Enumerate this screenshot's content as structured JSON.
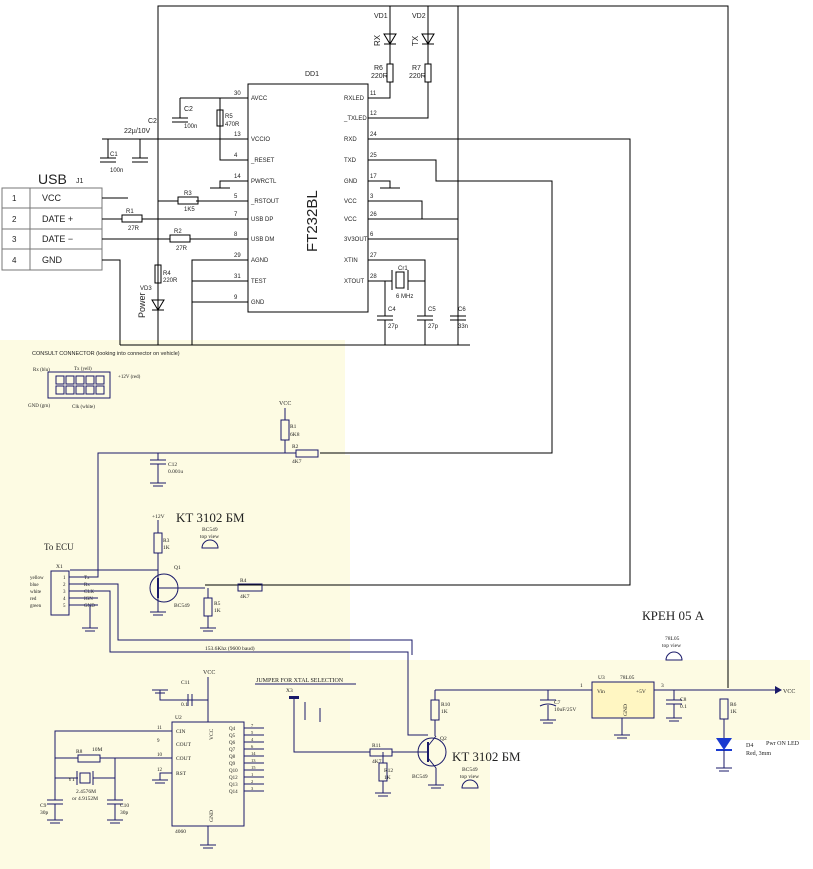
{
  "top": {
    "usb_label": "USB",
    "usb_ref": "J1",
    "usb_pins": [
      {
        "num": "1",
        "name": "VCC"
      },
      {
        "num": "2",
        "name": "DATE +"
      },
      {
        "num": "3",
        "name": "DATE −"
      },
      {
        "num": "4",
        "name": "GND"
      }
    ],
    "chip_name": "FT232BL",
    "chip_ref": "DD1",
    "left_pins": [
      {
        "num": "30",
        "name": "AVCC"
      },
      {
        "num": "13",
        "name": "VCCIO"
      },
      {
        "num": "4",
        "name": "_RESET"
      },
      {
        "num": "14",
        "name": "PWRCTL"
      },
      {
        "num": "5",
        "name": "_RSTOUT"
      },
      {
        "num": "7",
        "name": "USB DP"
      },
      {
        "num": "8",
        "name": "USB DM"
      },
      {
        "num": "29",
        "name": "AGND"
      },
      {
        "num": "31",
        "name": "TEST"
      },
      {
        "num": "9",
        "name": "GND"
      }
    ],
    "right_pins": [
      {
        "num": "11",
        "name": "RXLED"
      },
      {
        "num": "12",
        "name": "_TXLED"
      },
      {
        "num": "24",
        "name": "RXD"
      },
      {
        "num": "25",
        "name": "TXD"
      },
      {
        "num": "17",
        "name": "GND"
      },
      {
        "num": "3",
        "name": "VCC"
      },
      {
        "num": "26",
        "name": "VCC"
      },
      {
        "num": "6",
        "name": "3V3OUT"
      },
      {
        "num": "27",
        "name": "XTIN"
      },
      {
        "num": "28",
        "name": "XTOUT"
      }
    ],
    "vd1": "VD1",
    "vd2": "VD2",
    "rx": "RX",
    "tx": "TX",
    "r6": "R6",
    "r6v": "220R",
    "r7": "R7",
    "r7v": "220R",
    "c2a": "C2",
    "c2a_v": "100n",
    "r5": "R5",
    "r5v": "470R",
    "c2b": "C2",
    "c2b_v": "22µ/10V",
    "c1": "C1",
    "c1v": "100n",
    "r3": "R3",
    "r3v": "1K5",
    "r1": "R1",
    "r1v": "27R",
    "r2": "R2",
    "r2v": "27R",
    "r4": "R4",
    "r4v": "220R",
    "vd3": "VD3",
    "power": "Power",
    "cr1": "Cr1",
    "cr1v": "6 MHz",
    "c4": "C4",
    "c4v": "27p",
    "c5": "C5",
    "c5v": "27p",
    "c6": "C6",
    "c6v": "33n"
  },
  "bottom": {
    "consult": "CONSULT CONNECTOR  (looking into connector on vehicle)",
    "rx_blu": "Rx (blu)",
    "tx_yell": "Tx (yell)",
    "v12_red": "+12V (red)",
    "gnd_grn": "GND (grn)",
    "clk_white": "Clk (white)",
    "vcc": "VCC",
    "r1": "R1",
    "r1v": "6K8",
    "r2": "R2",
    "r2v": "4K7",
    "c12": "C12",
    "c12v": "0.001u",
    "kt1": "KT 3102 БМ",
    "kt2": "KT 3102 БМ",
    "v12": "+12V",
    "r3": "R3",
    "r3v": "1K",
    "bc_a": "BC549",
    "bc_a_sub": "top view",
    "to_ecu": "To ECU",
    "x1": "X1",
    "wires": [
      "yellow",
      "blue",
      "white",
      "red",
      "green"
    ],
    "x1_nums": [
      "1",
      "2",
      "3",
      "4",
      "5"
    ],
    "x1_sig": [
      "Tx",
      "Rx",
      "CLK",
      "IGN",
      "GND"
    ],
    "q1": "Q1",
    "q1v": "BC549",
    "r5": "R5",
    "r5v": "1K",
    "r4": "R4",
    "r4v": "4K7",
    "baud": "153.6Khz (9600 baud)",
    "kren": "КРЕН 05 А",
    "reg_pkg": "78L05",
    "reg_sub": "top view",
    "u3": "U3",
    "u3v": "78L05",
    "vin": "Vin",
    "out5": "+5V",
    "gnd": "GND",
    "p1": "1",
    "p3": "3",
    "c7": "C7",
    "c7v": "10uF/25V",
    "c8": "C8",
    "c8v": "0.1",
    "r6": "R6",
    "r6v": "1K",
    "vcc_out": "VCC",
    "d4": "D4",
    "d4v": "Red, 3mm",
    "pwr_led": "Pwr ON LED",
    "vcc2": "VCC",
    "c11": "C11",
    "c11v": "0.1",
    "jumper": "JUMPER FOR XTAL SELECTION",
    "x3": "X3",
    "u2": "U2",
    "u2v": "4060",
    "u2_vcc": "VCC",
    "u2_gnd": "GND",
    "u2_left": [
      "CIN",
      "COUT",
      "COUT",
      "RST"
    ],
    "u2_left_nums": [
      "11",
      "9",
      "10",
      "12"
    ],
    "u2_right": [
      "Q4",
      "Q5",
      "Q6",
      "Q7",
      "Q8",
      "Q9",
      "Q10",
      "Q12",
      "Q13",
      "Q14"
    ],
    "u2_right_nums": [
      "7",
      "5",
      "4",
      "6",
      "14",
      "13",
      "15",
      "1",
      "2",
      "3"
    ],
    "r8": "R8",
    "r8v": "10M",
    "y1": "Y1",
    "y1v": "2.4576M",
    "y1v2": "or 4.9152M",
    "c9": "C9",
    "c9v": "30p",
    "c10": "C10",
    "c10v": "30p",
    "r10": "R10",
    "r10v": "1K",
    "r11": "R11",
    "r11v": "4K7",
    "r12": "R12",
    "r12v": "1K",
    "q2": "Q2",
    "q2v": "BC549",
    "bc_b": "BC549",
    "bc_b_sub": "top view"
  }
}
